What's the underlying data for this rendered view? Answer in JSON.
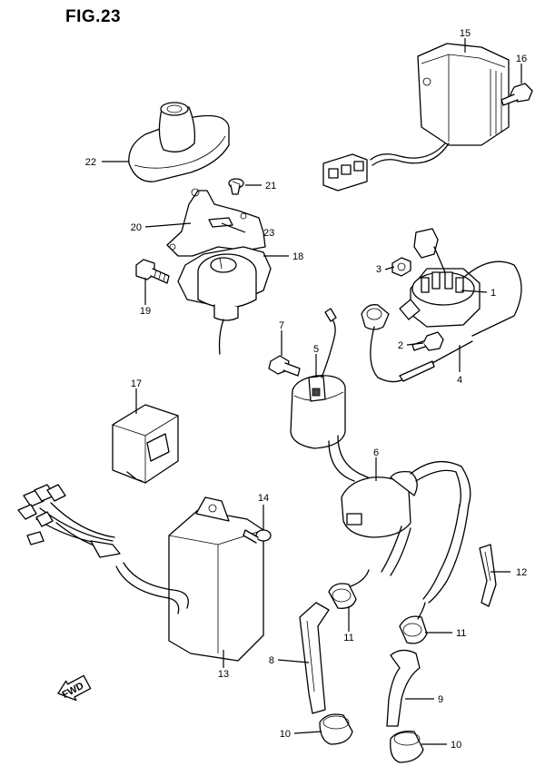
{
  "figure": {
    "title": "FIG.23"
  },
  "direction_marker": {
    "label": "FWD"
  },
  "callouts": [
    {
      "id": "c1",
      "label": "1"
    },
    {
      "id": "c2",
      "label": "2"
    },
    {
      "id": "c3",
      "label": "3"
    },
    {
      "id": "c4",
      "label": "4"
    },
    {
      "id": "c5",
      "label": "5"
    },
    {
      "id": "c6",
      "label": "6"
    },
    {
      "id": "c7",
      "label": "7"
    },
    {
      "id": "c8",
      "label": "8"
    },
    {
      "id": "c9",
      "label": "9"
    },
    {
      "id": "c10a",
      "label": "10"
    },
    {
      "id": "c10b",
      "label": "10"
    },
    {
      "id": "c11a",
      "label": "11"
    },
    {
      "id": "c11b",
      "label": "11"
    },
    {
      "id": "c12",
      "label": "12"
    },
    {
      "id": "c13",
      "label": "13"
    },
    {
      "id": "c14",
      "label": "14"
    },
    {
      "id": "c15",
      "label": "15"
    },
    {
      "id": "c16",
      "label": "16"
    },
    {
      "id": "c17",
      "label": "17"
    },
    {
      "id": "c18",
      "label": "18"
    },
    {
      "id": "c19",
      "label": "19"
    },
    {
      "id": "c20",
      "label": "20"
    },
    {
      "id": "c21",
      "label": "21"
    },
    {
      "id": "c22",
      "label": "22"
    },
    {
      "id": "c23",
      "label": "23"
    }
  ]
}
